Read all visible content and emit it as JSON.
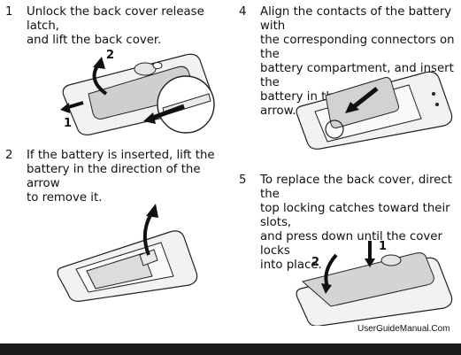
{
  "steps": [
    {
      "number": "1",
      "text": "Unlock the back cover release latch,\nand lift the back cover."
    },
    {
      "number": "4",
      "text": "Align the contacts of the battery with\nthe corresponding connectors on the\nbattery compartment, and insert the\nbattery in the direction of the arrow."
    },
    {
      "number": "2",
      "text": "If the battery is inserted, lift the\nbattery in the direction of the arrow\nto remove it."
    },
    {
      "number": "5",
      "text": "To replace the back cover, direct the\ntop locking catches toward their slots,\nand press down until the cover locks\ninto place."
    }
  ],
  "figures": {
    "fig1_labels": [
      "1",
      "2"
    ],
    "fig5_labels": [
      "1",
      "2"
    ]
  },
  "watermark": "UserGuideManual.Com"
}
